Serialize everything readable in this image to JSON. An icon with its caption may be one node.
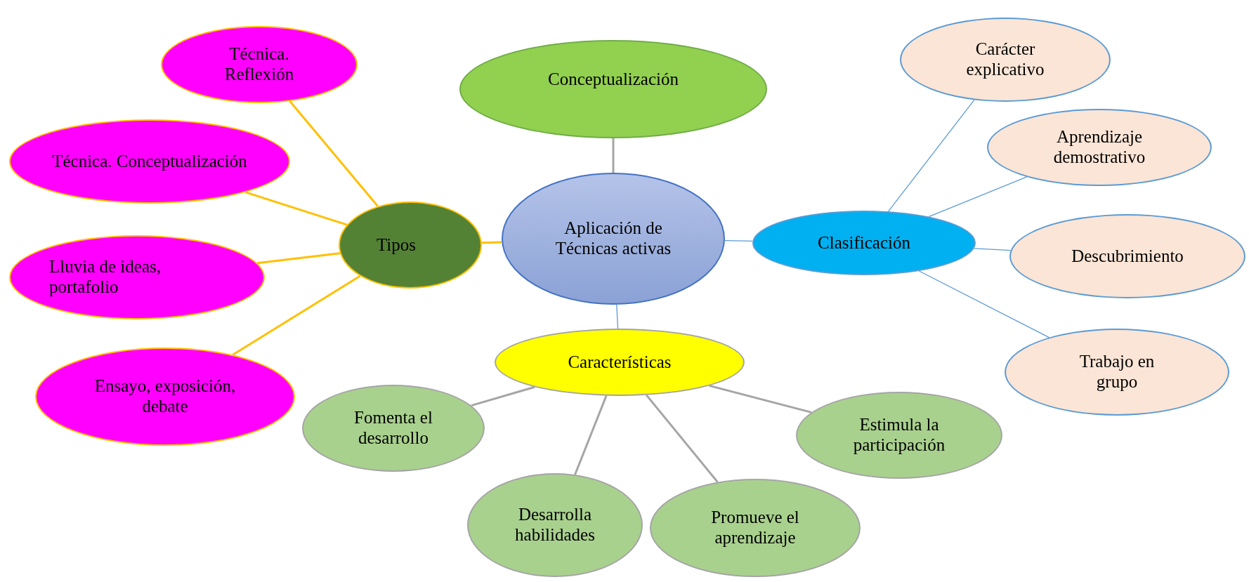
{
  "diagram": {
    "nodes": [
      {
        "text": [
          "Aplicación de Técnicas activas"
        ]
      },
      {
        "text": [
          "Conceptualización"
        ]
      },
      {
        "text": [
          "Tipos"
        ]
      },
      {
        "text": [
          "Técnica. Reflexión"
        ]
      },
      {
        "text": [
          "Técnica. Conceptualización"
        ]
      },
      {
        "text": [
          "Lluvia de ideas, portafolio"
        ]
      },
      {
        "text": [
          "Ensayo, exposición, debate"
        ]
      },
      {
        "text": [
          "Clasificación"
        ]
      },
      {
        "text": [
          "Carácter explicativo"
        ]
      },
      {
        "text": [
          "Aprendizaje demostrativo"
        ]
      },
      {
        "text": [
          "Descubrimiento"
        ]
      },
      {
        "text": [
          "Trabajo en grupo"
        ]
      },
      {
        "text": [
          "Características"
        ]
      },
      {
        "text": [
          "Fomenta el desarrollo"
        ]
      },
      {
        "text": [
          "Desarrolla habilidades"
        ]
      },
      {
        "text": [
          "Promueve el aprendizaje"
        ]
      },
      {
        "text": [
          "Estimula la participación"
        ]
      }
    ],
    "edges": [
      {
        "from": 0,
        "to": 1,
        "arrow": "none",
        "color": "#a5a5a5"
      },
      {
        "from": 0,
        "to": 2,
        "arrow": "none",
        "color": "#ffc000"
      },
      {
        "from": 0,
        "to": 7,
        "arrow": "none"
      },
      {
        "from": 0,
        "to": 12,
        "arrow": "none"
      },
      {
        "from": 2,
        "to": 3,
        "arrow": "none",
        "color": "#ffc000"
      },
      {
        "from": 2,
        "to": 4,
        "arrow": "none",
        "color": "#ffc000"
      },
      {
        "from": 2,
        "to": 5,
        "arrow": "none",
        "color": "#ffc000"
      },
      {
        "from": 2,
        "to": 6,
        "arrow": "none",
        "color": "#ffc000"
      },
      {
        "from": 7,
        "to": 8,
        "arrow": "none"
      },
      {
        "from": 7,
        "to": 9,
        "arrow": "none"
      },
      {
        "from": 7,
        "to": 10,
        "arrow": "none"
      },
      {
        "from": 7,
        "to": 11,
        "arrow": "none"
      },
      {
        "from": 12,
        "to": 13,
        "arrow": "none",
        "color": "#a5a5a5"
      },
      {
        "from": 12,
        "to": 14,
        "arrow": "none",
        "color": "#a5a5a5"
      },
      {
        "from": 12,
        "to": 15,
        "arrow": "none",
        "color": "#a5a5a5"
      },
      {
        "from": 12,
        "to": 16,
        "arrow": "none",
        "color": "#a5a5a5"
      }
    ]
  }
}
